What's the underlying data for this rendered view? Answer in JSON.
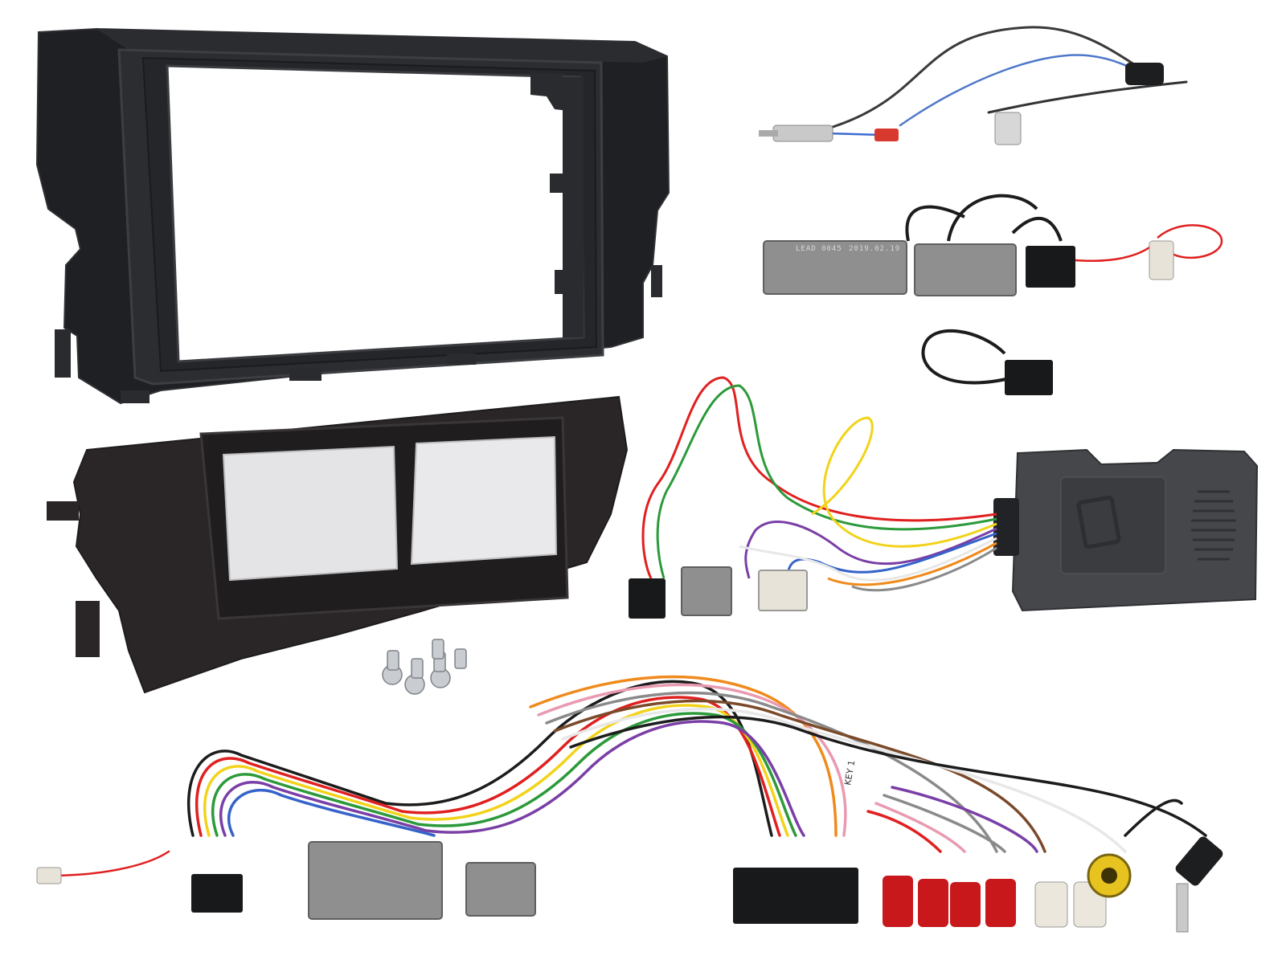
{
  "image": {
    "background": "#ffffff",
    "printed_text": {
      "connector_label_line1": "LEAD 0045",
      "connector_label_line2": "2019.02.19",
      "loom_tag": "KEY 1"
    }
  },
  "colors": {
    "fascia_black": "#1f2023",
    "fascia_edge": "#34363a",
    "interface_box": "#45474b",
    "connector_grey": "#8f8f8f",
    "connector_black": "#18191b",
    "phono_red": "#c8181c",
    "phono_white": "#ece7dc",
    "phono_yellow": "#e7c320",
    "wire_red": "#e02020",
    "wire_yellow": "#f2d31a",
    "wire_green": "#2c9a3a",
    "wire_blue": "#3563c9",
    "wire_purple": "#7a3fa6",
    "wire_orange": "#f08a1c",
    "wire_white": "#e8e8e8",
    "wire_grey": "#8a8a8a",
    "wire_brown": "#7a4a2a",
    "wire_pink": "#e99ab0"
  },
  "icons": [
    "fascia-panel",
    "lower-fascia-trim",
    "antenna-adapter-lead",
    "iso-harness-adapter",
    "patch-lead",
    "steering-control-interface-box",
    "screws",
    "main-wiring-loom",
    "phono-connectors",
    "jack-plug"
  ]
}
